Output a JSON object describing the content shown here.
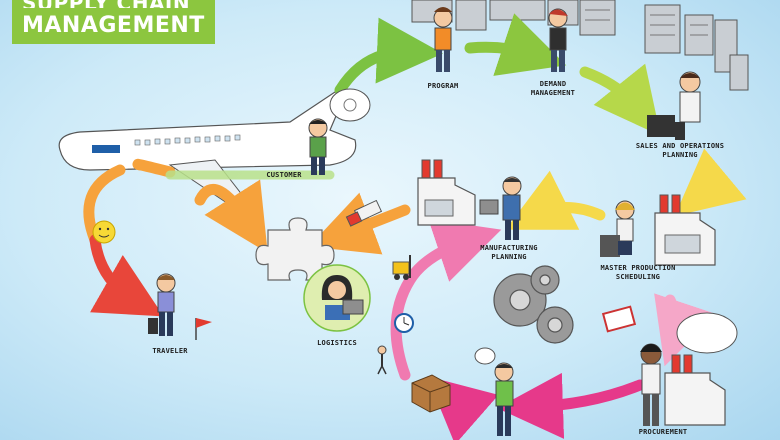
{
  "title": {
    "line1": "SUPPLY CHAIN",
    "line2": "MANAGEMENT"
  },
  "labels": {
    "program": "PROGRAM",
    "demand_management": "DEMAND MANAGEMENT",
    "sales_operations_planning": "SALES AND OPERATIONS PLANNING",
    "customer": "CUSTOMER",
    "manufacturing_planning": "MANUFACTURING PLANNING",
    "master_production_scheduling": "MASTER PRODUCTION SCHEDULING",
    "logistics": "LOGISTICS",
    "traveler": "TRAVELER",
    "procurement": "PROCUREMENT"
  },
  "colors": {
    "background": "#cdeaf8",
    "title_green": "#8cc63f",
    "arrow_green": "#7cc242",
    "arrow_yellow": "#f5d94a",
    "arrow_orange": "#f6a23c",
    "arrow_red": "#e8463a",
    "arrow_pink": "#f07ab0",
    "arrow_magenta": "#e6398a"
  }
}
